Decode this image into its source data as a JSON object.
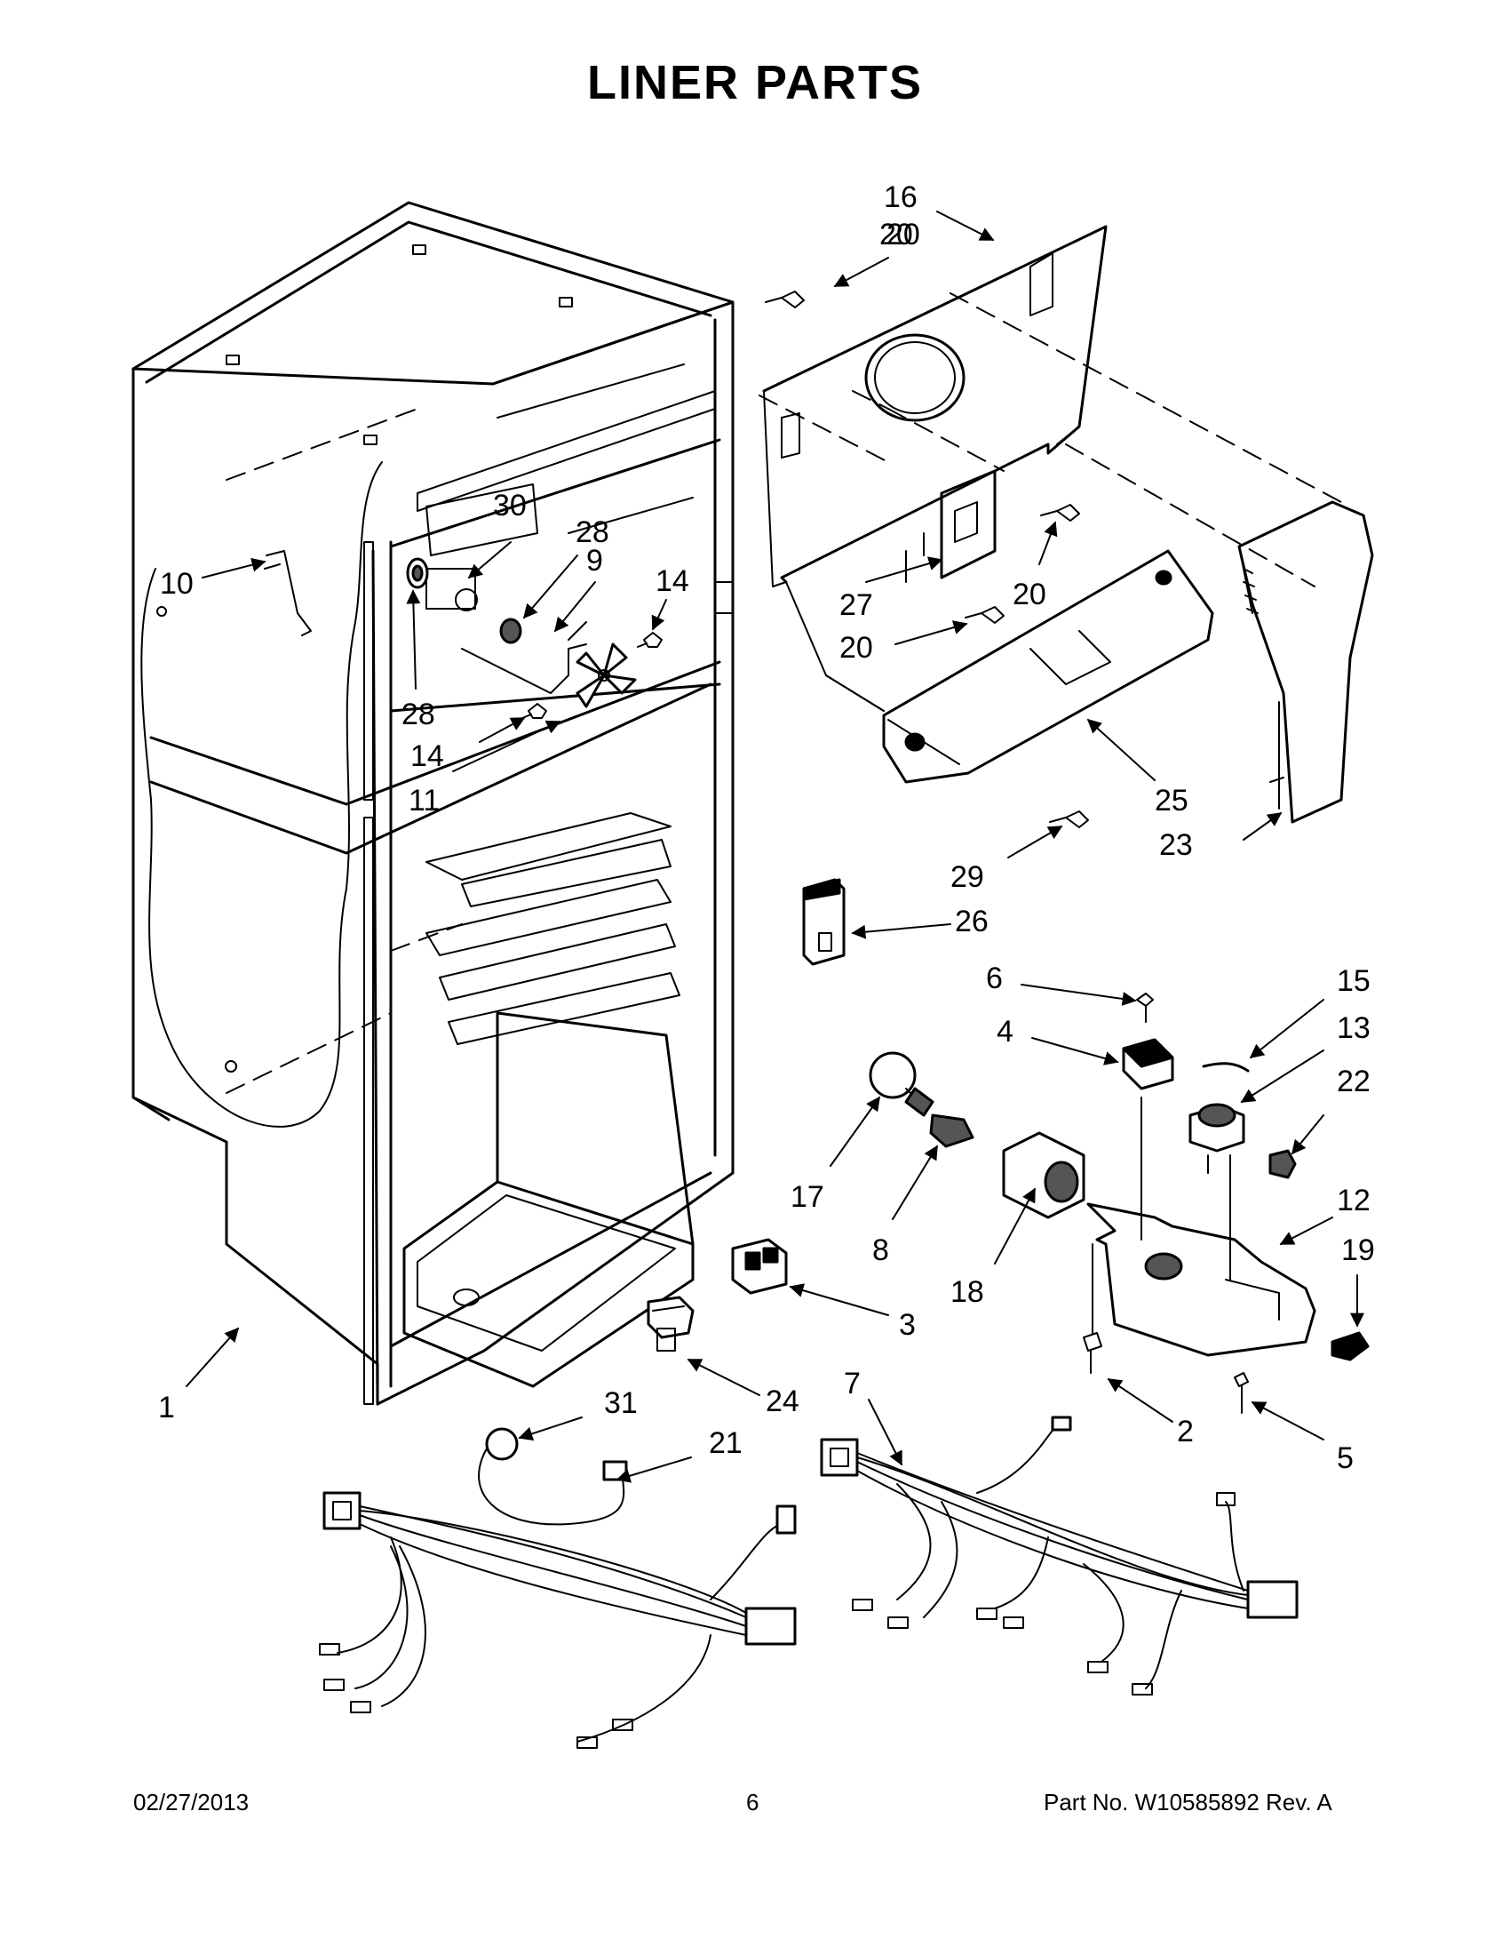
{
  "title": "LINER PARTS",
  "footer": {
    "date": "02/27/2013",
    "page": "6",
    "part": "Part No.  W10585892  Rev.  A"
  },
  "callouts": [
    "1",
    "2",
    "3",
    "4",
    "5",
    "6",
    "7",
    "8",
    "9",
    "10",
    "11",
    "12",
    "13",
    "14",
    "14",
    "15",
    "16",
    "17",
    "18",
    "19",
    "20",
    "20",
    "20",
    "20",
    "21",
    "22",
    "23",
    "24",
    "25",
    "26",
    "27",
    "28",
    "28",
    "29",
    "30",
    "31"
  ]
}
